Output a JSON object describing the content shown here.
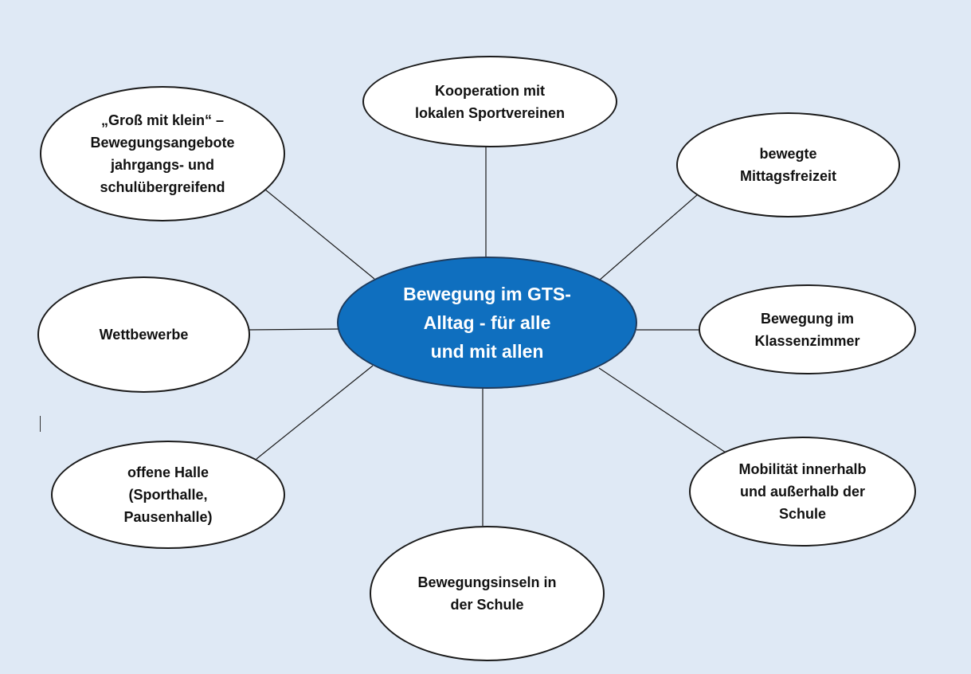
{
  "colors": {
    "background": "#dfe9f5",
    "center_fill": "#0f6fbf",
    "node_fill": "#ffffff",
    "line": "#1a1a1a"
  },
  "center": {
    "label": "Bewegung im GTS-\nAlltag  - für alle\nund mit allen"
  },
  "nodes": {
    "gross_mit_klein": "„Groß mit klein“ –\nBewegungsangebote\njahrgangs- und\nschulübergreifend",
    "kooperation": "Kooperation mit\nlokalen Sportvereinen",
    "mittagsfreizeit": "bewegte\nMittagsfreizeit",
    "wettbewerbe": "Wettbewerbe",
    "klassenzimmer": "Bewegung im\nKlassenzimmer",
    "offene_halle": "offene Halle\n(Sporthalle,\nPausenhalle)",
    "mobilitaet": "Mobilität innerhalb\nund außerhalb der\nSchule",
    "bewegungsinseln": "Bewegungsinseln in\nder Schule"
  }
}
